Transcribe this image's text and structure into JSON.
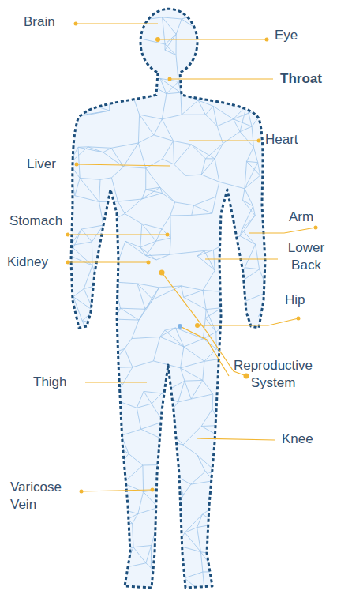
{
  "diagram": {
    "labels": [
      "Brain",
      "Eye",
      "Throat",
      "Heart",
      "Liver",
      "Stomach",
      "Arm",
      "Kidney",
      "Lower Back",
      "Hip",
      "Reproductive System",
      "Thigh",
      "Knee",
      "Varicose Vein"
    ]
  }
}
